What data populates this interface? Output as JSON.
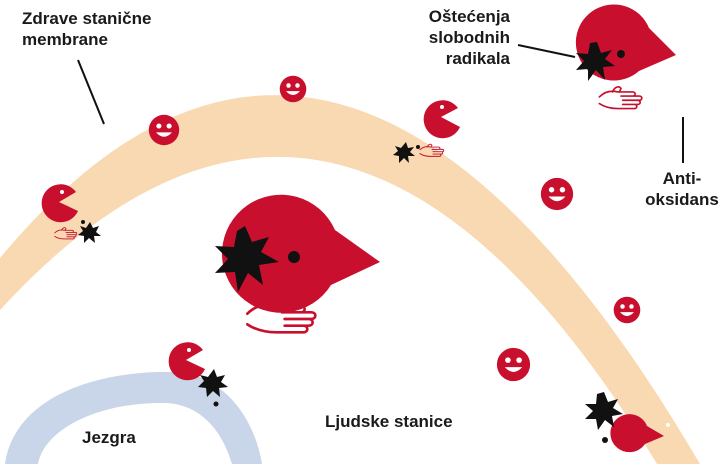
{
  "labels": {
    "membrane": [
      "Zdrave stanične",
      "membrane"
    ],
    "free_radical_damage": [
      "Oštećenja",
      "slobodnih",
      "radikala"
    ],
    "antioxidant": [
      "Anti-",
      "oksidans"
    ],
    "nucleus": "Jezgra",
    "human_cells": "Ljudske stanice"
  },
  "colors": {
    "membrane": "#f9d9b2",
    "nucleus": "#c9d5e8",
    "antioxidant": "#c8102e",
    "radical": "#111111",
    "line": "#111111"
  },
  "icons": {
    "antioxidant": "pacman-icon",
    "healthy_molecule": "smiley-icon",
    "free_radical": "starburst-icon",
    "electron": "dot-icon",
    "grab": "hand-icon"
  }
}
